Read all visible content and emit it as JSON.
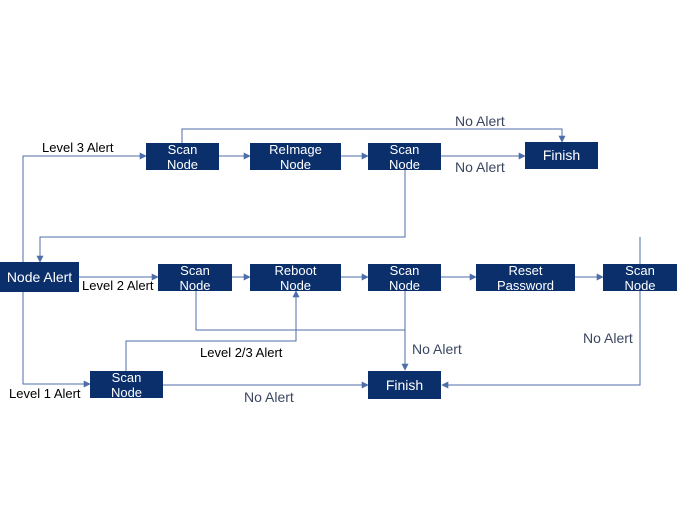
{
  "colors": {
    "node_fill": "#0b2f6b",
    "node_text": "#ffffff",
    "edge": "#4d6ea8"
  },
  "nodes": {
    "node_alert": "Node Alert",
    "scan_l3_a": "Scan\nNode",
    "reimage": "ReImage\nNode",
    "scan_l3_b": "Scan\nNode",
    "finish_top": "Finish",
    "scan_l2_a": "Scan\nNode",
    "reboot": "Reboot\nNode",
    "scan_l2_b": "Scan\nNode",
    "reset_password": "Reset\nPassword",
    "scan_l2_c": "Scan\nNode",
    "scan_l1": "Scan\nNode",
    "finish_bottom": "Finish"
  },
  "labels": {
    "level3": "Level 3 Alert",
    "level2": "Level 2 Alert",
    "level1": "Level 1 Alert",
    "level23": "Level 2/3 Alert",
    "no_alert": "No Alert"
  }
}
